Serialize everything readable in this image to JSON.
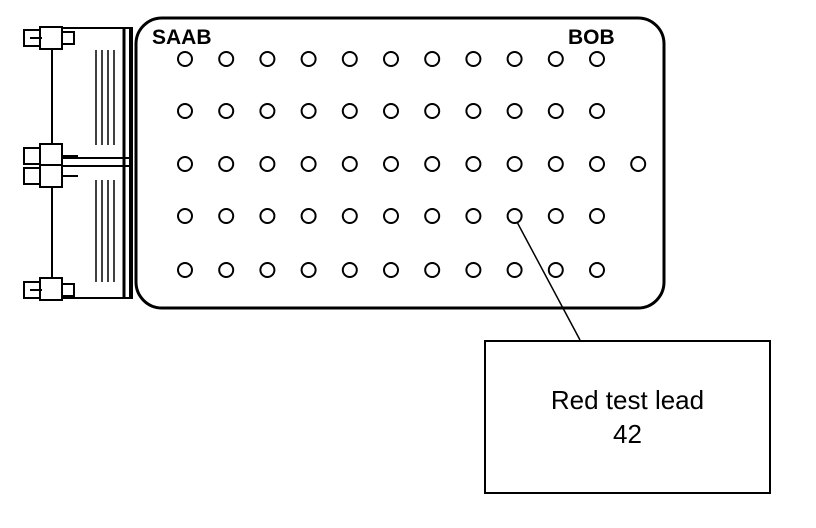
{
  "board": {
    "brand_left": "SAAB",
    "brand_right": "BOB",
    "rows": [
      {
        "count": 11
      },
      {
        "count": 11
      },
      {
        "count": 12
      },
      {
        "count": 11
      },
      {
        "count": 11
      }
    ],
    "highlight": {
      "row": 3,
      "col": 8
    }
  },
  "callout": {
    "line1": "Red test lead",
    "line2": "42"
  },
  "colors": {
    "stroke": "#000000",
    "background": "#ffffff"
  }
}
